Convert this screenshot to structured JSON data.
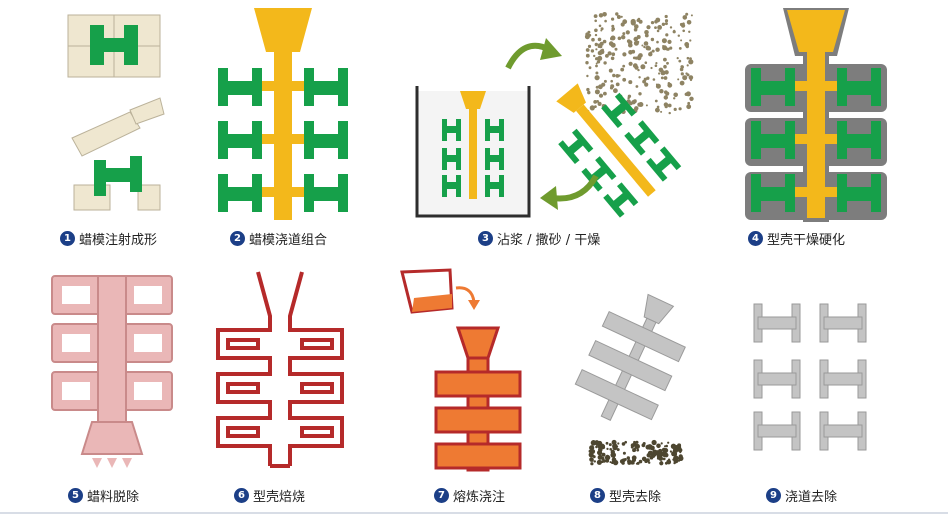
{
  "steps": [
    {
      "num": "1",
      "label": "蜡模注射成形"
    },
    {
      "num": "2",
      "label": "蜡模浇道组合"
    },
    {
      "num": "3",
      "label": "沾浆 / 撒砂 / 干燥"
    },
    {
      "num": "4",
      "label": "型壳干燥硬化"
    },
    {
      "num": "5",
      "label": "蜡料脱除"
    },
    {
      "num": "6",
      "label": "型壳焙烧"
    },
    {
      "num": "7",
      "label": "熔炼浇注"
    },
    {
      "num": "8",
      "label": "型壳去除"
    },
    {
      "num": "9",
      "label": "浇道去除"
    }
  ],
  "colors": {
    "wax_green": "#16a04a",
    "sprue_yellow": "#f3b81b",
    "shell_gray": "#7d7d7d",
    "mold_pink": "#eab7b7",
    "shell_red": "#b52a2a",
    "molten_orange": "#ee7a33",
    "metal_gray": "#c4c4c4",
    "die_beige": "#efe7d0",
    "arrow_green": "#6f9b2e",
    "badge_navy": "#1c3f87"
  }
}
